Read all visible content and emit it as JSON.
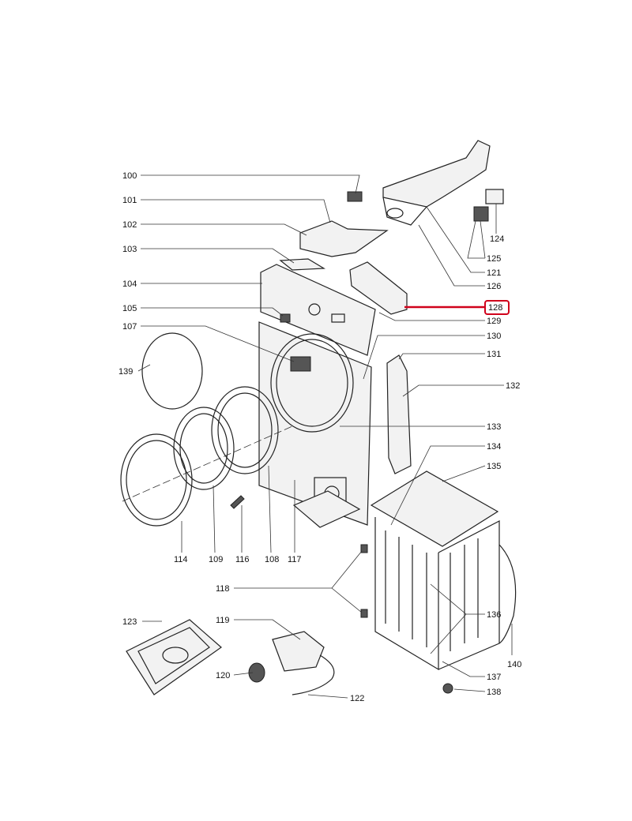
{
  "diagram": {
    "title": "Exploded parts diagram - washer/dryer front and cabinet",
    "highlighted_part": "128",
    "highlight_color": "#d0021b",
    "labels": [
      "100",
      "101",
      "102",
      "103",
      "104",
      "105",
      "107",
      "139",
      "114",
      "109",
      "116",
      "108",
      "117",
      "118",
      "119",
      "123",
      "120",
      "122",
      "124",
      "125",
      "121",
      "126",
      "128",
      "129",
      "130",
      "131",
      "132",
      "133",
      "134",
      "135",
      "136",
      "140",
      "137",
      "138"
    ]
  }
}
